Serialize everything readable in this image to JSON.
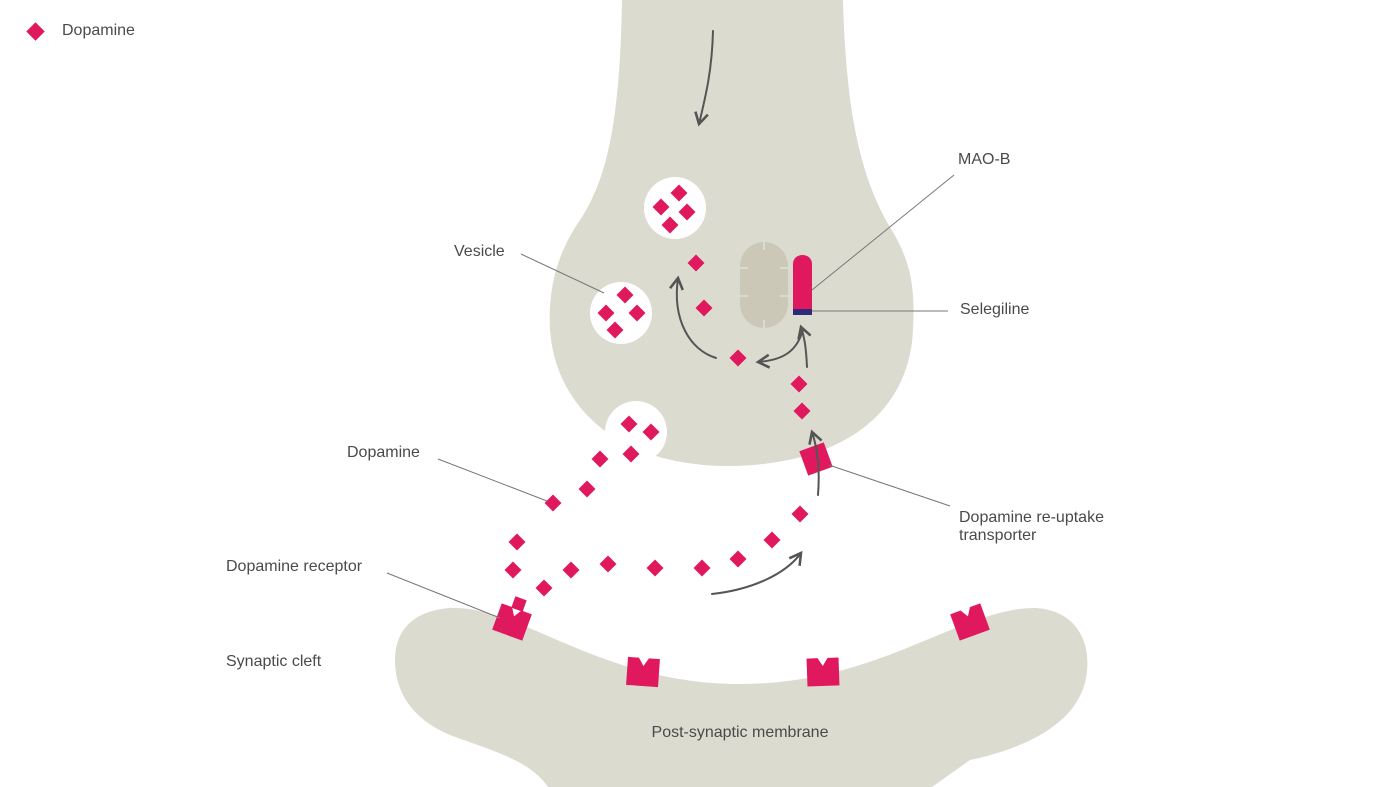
{
  "legend": {
    "label": "Dopamine",
    "color": "#e0195f"
  },
  "labels": {
    "mao_b": "MAO-B",
    "vesicle": "Vesicle",
    "selegiline": "Selegiline",
    "dopamine": "Dopamine",
    "reuptake_line1": "Dopamine re-uptake",
    "reuptake_line2": "transporter",
    "receptor": "Dopamine receptor",
    "synaptic_cleft": "Synaptic cleft",
    "postsynaptic": "Post-synaptic membrane"
  },
  "colors": {
    "neuron": "#dcdbd0",
    "dopamine": "#e0195f",
    "selegiline": "#2d2a7a",
    "mitochondrion": "#cbc8b8",
    "arrow": "#555555",
    "leader": "#777777"
  }
}
